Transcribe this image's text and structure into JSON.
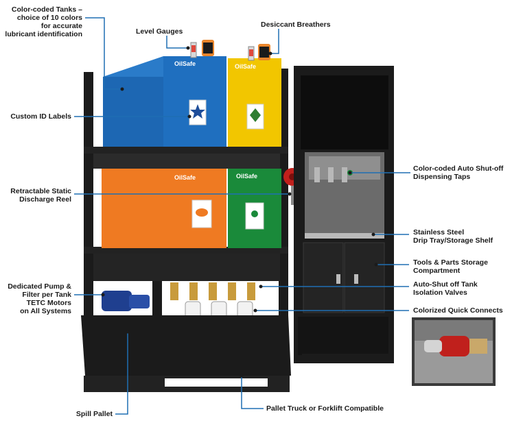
{
  "callouts": {
    "tanks": [
      "Color-coded Tanks –",
      "choice of 10 colors",
      "for accurate",
      "lubricant identification"
    ],
    "level_gauges": "Level Gauges",
    "desiccant_breathers": "Desiccant Breathers",
    "custom_id_labels": "Custom ID Labels",
    "retractable_reel": [
      "Retractable Static",
      "Discharge Reel"
    ],
    "dedicated_pump": [
      "Dedicated Pump &",
      "Filter per Tank",
      "TETC Motors",
      "on All Systems"
    ],
    "spill_pallet": "Spill Pallet",
    "pallet_truck": "Pallet Truck or Forklift Compatible",
    "dispensing_taps": [
      "Color-coded Auto Shut-off",
      "Dispensing Taps"
    ],
    "drip_tray": [
      "Stainless Steel",
      "Drip Tray/Storage Shelf"
    ],
    "storage_compartment": [
      "Tools & Parts Storage",
      "Compartment"
    ],
    "isolation_valves": [
      "Auto-Shut off Tank",
      "Isolation Valves"
    ],
    "quick_connects": "Colorized Quick Connects"
  },
  "tank_labels": {
    "blue": "OilSafe",
    "yellow": "OilSafe",
    "orange": "OilSafe",
    "green": "OilSafe"
  },
  "colors": {
    "callout_line": "#1f6fb3",
    "frame": "#1b1b1b",
    "tank_blue": "#1f6fbf",
    "tank_yellow": "#f2c600",
    "tank_orange": "#ef7a22",
    "tank_green": "#1a8a3a",
    "reel_red": "#c0201c"
  }
}
